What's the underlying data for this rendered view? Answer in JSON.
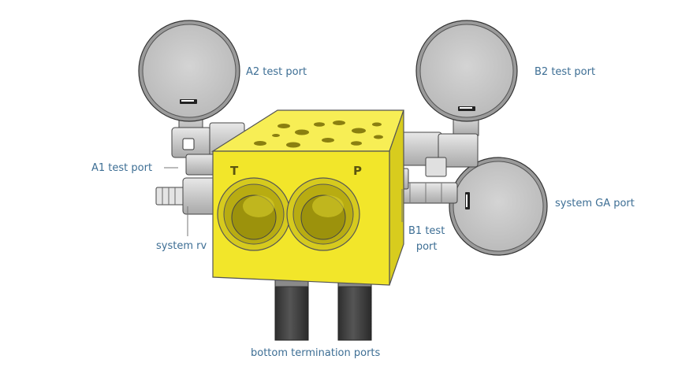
{
  "labels": {
    "a2_test_port": "A2 test port",
    "b2_test_port": "B2 test port",
    "a1_test_port": "A1 test port",
    "system_ga_port": "system GA port",
    "b1_test_port_line1": "B1 test",
    "b1_test_port_line2": "port",
    "system_rv": "system rv",
    "bottom_termination_ports": "bottom termination ports"
  },
  "block_markings": {
    "t_port": "T",
    "p_port": "P"
  },
  "colors": {
    "block_yellow": "#f2e62a",
    "block_shadow": "#d8cc1e",
    "block_top": "#f7ee55",
    "gauge_face": "#c9c9c9",
    "fitting_gray": "#d5d5d5",
    "hose_dark": "#3e3e3e",
    "label_blue": "#3d6e94"
  }
}
